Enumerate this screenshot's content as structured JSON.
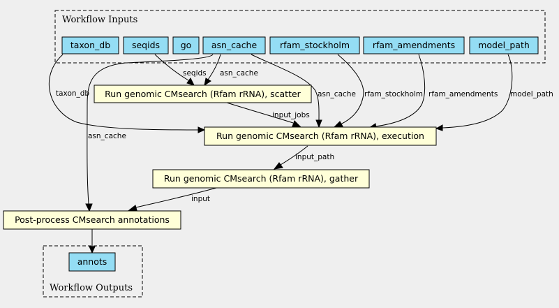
{
  "clusters": {
    "inputs_label": "Workflow Inputs",
    "outputs_label": "Workflow Outputs"
  },
  "inputs": {
    "taxon_db": "taxon_db",
    "seqids": "seqids",
    "go": "go",
    "asn_cache": "asn_cache",
    "rfam_stockholm": "rfam_stockholm",
    "rfam_amendments": "rfam_amendments",
    "model_path": "model_path"
  },
  "steps": {
    "scatter": "Run genomic CMsearch (Rfam rRNA), scatter",
    "execution": "Run genomic CMsearch (Rfam rRNA), execution",
    "gather": "Run genomic CMsearch (Rfam rRNA), gather",
    "postprocess": "Post-process CMsearch annotations"
  },
  "outputs": {
    "annots": "annots"
  },
  "edges": {
    "taxon_db_to_execution": "taxon_db",
    "seqids_to_scatter": "seqids",
    "asn_cache_to_scatter": "asn_cache",
    "asn_cache_to_execution": "asn_cache",
    "asn_cache_to_postprocess": "asn_cache",
    "rfam_stockholm_to_execution": "rfam_stockholm",
    "rfam_amendments_to_execution": "rfam_amendments",
    "model_path_to_execution": "model_path",
    "scatter_to_execution": "input_jobs",
    "execution_to_gather": "input_path",
    "gather_to_postprocess": "input"
  }
}
